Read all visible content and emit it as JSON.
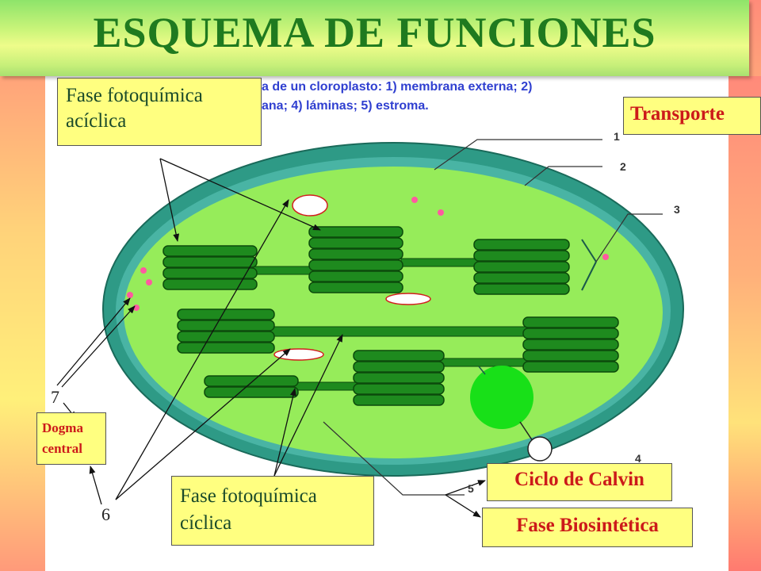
{
  "title": "ESQUEMA DE FUNCIONES",
  "caption": {
    "line1": "a de un cloroplasto: 1) membrana externa; 2)",
    "line2": "ana; 4) láminas; 5) estroma."
  },
  "boxes": {
    "acyclic": {
      "line1": "Fase fotoquímica",
      "line2": "acíclica"
    },
    "cyclic": {
      "line1": "Fase fotoquímica",
      "line2": "cíclica"
    },
    "transport": "Transporte",
    "calvin": "Ciclo de Calvin",
    "biosynthetic": "Fase Biosintética",
    "dogma": {
      "line1": "Dogma",
      "line2": "central"
    }
  },
  "markers": {
    "seven": "7",
    "six": "6"
  },
  "membrane_labels": {
    "one": "1",
    "two": "2",
    "three": "3",
    "four": "4",
    "five": "5"
  },
  "colors": {
    "title_green": "#1f7a1f",
    "membrane": "#2e9a86",
    "stroma": "#96ec5a",
    "thylakoid": "#1e8a1e",
    "thylakoid_border": "#0c4a0c",
    "label_red": "#cc1a1a",
    "box_yellow": "#ffff80",
    "dot_pink": "#ff5aa0",
    "circle_green": "#18e018"
  }
}
